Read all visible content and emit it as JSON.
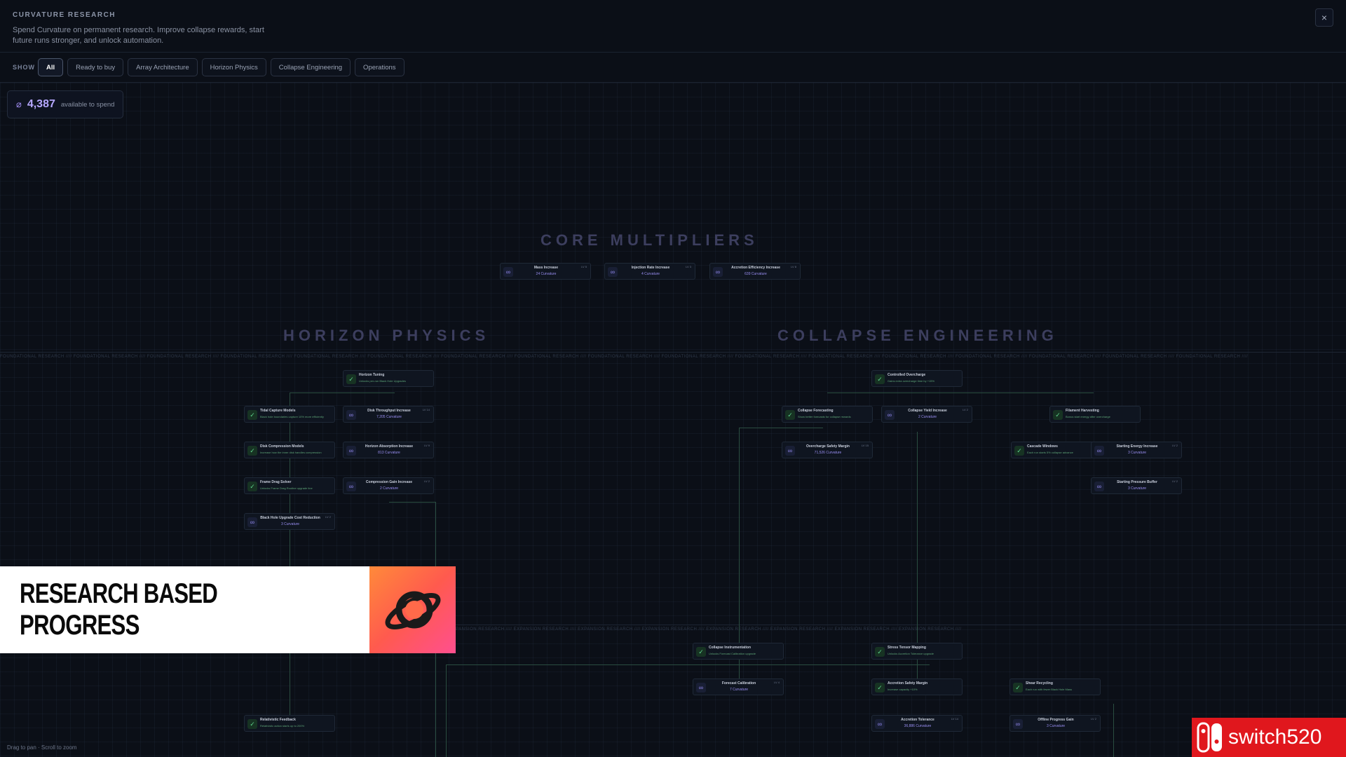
{
  "header": {
    "title": "CURVATURE RESEARCH",
    "subtitle": "Spend Curvature on permanent research. Improve collapse rewards, start future runs stronger, and unlock automation.",
    "close_glyph": "×"
  },
  "filters": {
    "label": "SHOW",
    "chips": [
      "All",
      "Ready to buy",
      "Array Architecture",
      "Horizon Physics",
      "Collapse Engineering",
      "Operations"
    ],
    "active": "All"
  },
  "balance": {
    "value": "4,387",
    "text": "available to spend"
  },
  "sections": {
    "core": "CORE MULTIPLIERS",
    "horizon": "HORIZON PHYSICS",
    "collapse": "COLLAPSE ENGINEERING"
  },
  "bands": {
    "foundational": "FOUNDATIONAL RESEARCH //// FOUNDATIONAL RESEARCH //// FOUNDATIONAL RESEARCH //// FOUNDATIONAL RESEARCH //// FOUNDATIONAL RESEARCH //// FOUNDATIONAL RESEARCH //// FOUNDATIONAL RESEARCH //// FOUNDATIONAL RESEARCH //// FOUNDATIONAL RESEARCH //// FOUNDATIONAL RESEARCH //// FOUNDATIONAL RESEARCH //// FOUNDATIONAL RESEARCH //// FOUNDATIONAL RESEARCH //// FOUNDATIONAL RESEARCH //// FOUNDATIONAL RESEARCH //// FOUNDATIONAL RESEARCH //// FOUNDATIONAL RESEARCH ////",
    "expansion": "EXPANSION RESEARCH //// EXPANSION RESEARCH //// EXPANSION RESEARCH //// EXPANSION RESEARCH //// EXPANSION RESEARCH //// EXPANSION RESEARCH //// EXPANSION RESEARCH //// EXPANSION RESEARCH //// EXPANSION RESEARCH //// EXPANSION RESEARCH //// EXPANSION RESEARCH //// EXPANSION RESEARCH //// EXPANSION RESEARCH //// EXPANSION RESEARCH //// EXPANSION RESEARCH ////"
  },
  "nodes": [
    {
      "title": "Mass Increase",
      "sub": "24 Curvature",
      "kind": "inf",
      "lv": "LV 5"
    },
    {
      "title": "Injection Rate Increase",
      "sub": "4 Curvature",
      "kind": "inf",
      "lv": "LV 3"
    },
    {
      "title": "Accretion Efficiency Increase",
      "sub": "639 Curvature",
      "kind": "inf",
      "lv": "LV 8"
    },
    {
      "title": "Horizon Tuning",
      "sub": "Unlocks per-run Black Hole Upgrades",
      "kind": "done",
      "lv": ""
    },
    {
      "title": "Tidal Capture Models",
      "sub": "Black hole boundaries capture 10% more efficiently",
      "kind": "done",
      "lv": ""
    },
    {
      "title": "Disk Throughput Increase",
      "sub": "7,205 Curvature",
      "kind": "inf",
      "lv": "LV 14"
    },
    {
      "title": "Disk Compression Models",
      "sub": "Increase how the inner disk handles compression",
      "kind": "done",
      "lv": ""
    },
    {
      "title": "Horizon Absorption Increase",
      "sub": "813 Curvature",
      "kind": "inf",
      "lv": "LV 9"
    },
    {
      "title": "Frame Drag Solver",
      "sub": "Unlocks Frame Drag Routine upgrade line",
      "kind": "done",
      "lv": ""
    },
    {
      "title": "Compression Gain Increase",
      "sub": "2 Curvature",
      "kind": "inf",
      "lv": "LV 2"
    },
    {
      "title": "Black Hole Upgrade Cost Reduction",
      "sub": "3 Curvature",
      "kind": "inf",
      "lv": "LV 2"
    },
    {
      "title": "Controlled Overcharge",
      "sub": "Gains extra overcharge time by +15%",
      "kind": "done",
      "lv": ""
    },
    {
      "title": "Collapse Forecasting",
      "sub": "Show better forecasts for collapse rewards",
      "kind": "done",
      "lv": ""
    },
    {
      "title": "Collapse Yield Increase",
      "sub": "2 Curvature",
      "kind": "inf",
      "lv": "LV 2"
    },
    {
      "title": "Filament Harvesting",
      "sub": "Bonus start energy after overcharge",
      "kind": "done",
      "lv": ""
    },
    {
      "title": "Overcharge Safety Margin",
      "sub": "71,526 Curvature",
      "kind": "inf",
      "lv": "LV 15"
    },
    {
      "title": "Cascade Windows",
      "sub": "Each run starts 5% collapse advance",
      "kind": "done",
      "lv": ""
    },
    {
      "title": "Starting Energy Increase",
      "sub": "3 Curvature",
      "kind": "inf",
      "lv": "LV 2"
    },
    {
      "title": "Starting Pressure Buffer",
      "sub": "3 Curvature",
      "kind": "inf",
      "lv": "LV 2"
    },
    {
      "title": "Collapse Instrumentation",
      "sub": "Unlocks Forecast Calibration upgrade",
      "kind": "done",
      "lv": ""
    },
    {
      "title": "Stress Tensor Mapping",
      "sub": "Unlocks Accretion Tolerance upgrade",
      "kind": "done",
      "lv": ""
    },
    {
      "title": "Forecast Calibration",
      "sub": "7 Curvature",
      "kind": "inf",
      "lv": "LV 4"
    },
    {
      "title": "Accretion Safety Margin",
      "sub": "Increase capacity +10%",
      "kind": "done",
      "lv": ""
    },
    {
      "title": "Shear Recycling",
      "sub": "Each run with fewer Black Hole Mass",
      "kind": "done",
      "lv": ""
    },
    {
      "title": "Accretion Tolerance",
      "sub": "36,886 Curvature",
      "kind": "inf",
      "lv": "LV 14"
    },
    {
      "title": "Offline Progress Gain",
      "sub": "3 Curvature",
      "kind": "inf",
      "lv": "LV 2"
    },
    {
      "title": "Relativistic Feedback",
      "sub": "Relativistic action starts up to 200%",
      "kind": "done",
      "lv": ""
    }
  ],
  "promo": {
    "text": "RESEARCH BASED PROGRESS"
  },
  "hint": "Drag to pan · Scroll to zoom",
  "watermark": "switch520",
  "icons": {
    "done": "check-icon",
    "inf": "infinity-icon",
    "curvature": "curvature-icon"
  },
  "colors": {
    "accent": "#b6a8ff",
    "done": "#5ed38b",
    "background": "#0b0f17"
  }
}
